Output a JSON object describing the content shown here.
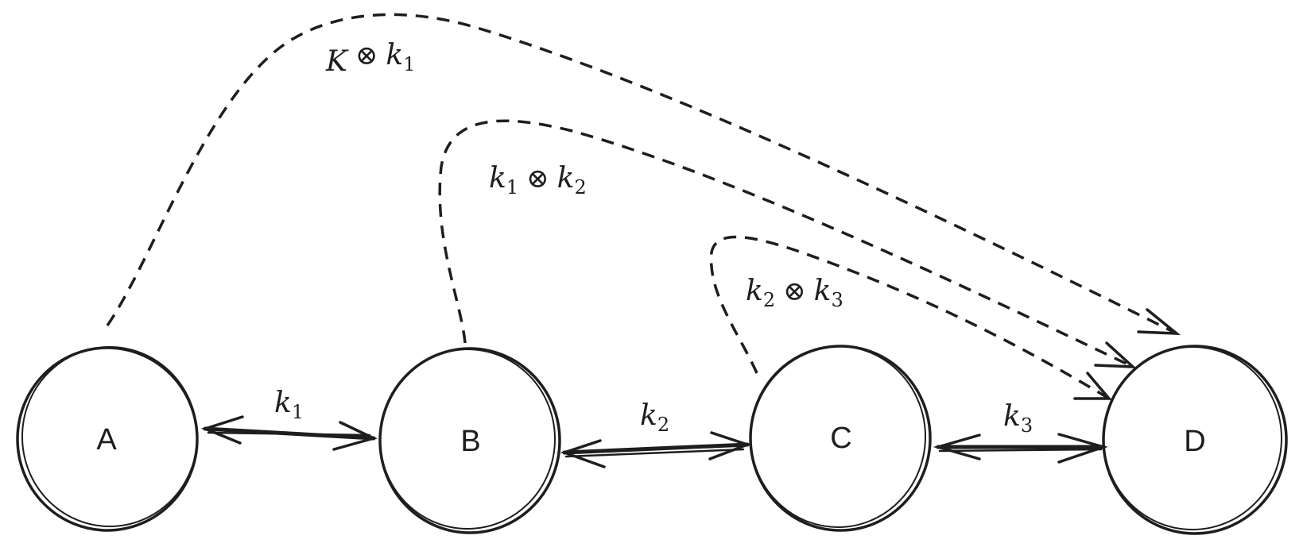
{
  "nodes": {
    "a": {
      "label": "A"
    },
    "b": {
      "label": "B"
    },
    "c": {
      "label": "C"
    },
    "d": {
      "label": "D"
    }
  },
  "edges": {
    "ab": {
      "var": "k",
      "sub": "1"
    },
    "bc": {
      "var": "k",
      "sub": "2"
    },
    "cd": {
      "var": "k",
      "sub": "3"
    }
  },
  "long_edges": {
    "ad": {
      "left_var": "K",
      "left_sub": "",
      "op": "⊗",
      "right_var": "k",
      "right_sub": "1"
    },
    "bd": {
      "left_var": "k",
      "left_sub": "1",
      "op": "⊗",
      "right_var": "k",
      "right_sub": "2"
    },
    "cd": {
      "left_var": "k",
      "left_sub": "2",
      "op": "⊗",
      "right_var": "k",
      "right_sub": "3"
    }
  }
}
